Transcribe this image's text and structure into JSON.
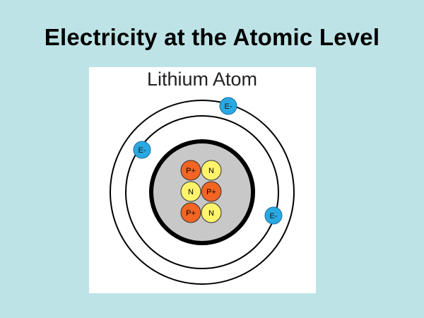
{
  "slide": {
    "title": "Electricity at the Atomic Level",
    "background_color": "#bde3e6"
  },
  "diagram": {
    "heading": "Lithium Atom",
    "nucleus": {
      "particles": [
        {
          "label": "P+",
          "kind": "proton"
        },
        {
          "label": "N",
          "kind": "neutron"
        },
        {
          "label": "N",
          "kind": "neutron"
        },
        {
          "label": "P+",
          "kind": "proton"
        },
        {
          "label": "P+",
          "kind": "proton"
        },
        {
          "label": "N",
          "kind": "neutron"
        }
      ]
    },
    "electrons": [
      {
        "label": "E-"
      },
      {
        "label": "E-"
      },
      {
        "label": "E-"
      }
    ],
    "colors": {
      "proton": "#f26522",
      "neutron": "#fff46a",
      "electron": "#29a9e1",
      "nucleus_fill": "#c8c8c8",
      "orbit_stroke": "#000000"
    }
  }
}
